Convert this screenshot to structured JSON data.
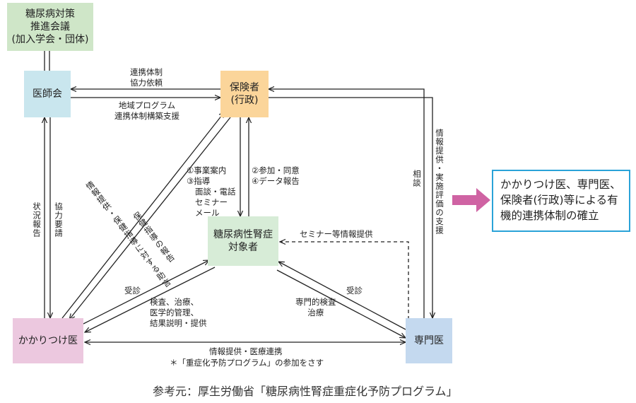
{
  "nodes": {
    "council": [
      "糖尿病対策",
      "推進会議",
      "(加入学会・団体)"
    ],
    "medical_assoc": "医師会",
    "insurer": [
      "保険者",
      "(行政)"
    ],
    "target": [
      "糖尿病性腎症",
      "対象者"
    ],
    "gp": "かかりつけ医",
    "specialist": "専門医"
  },
  "labels": {
    "assoc_insurer_top": [
      "連携体制",
      "協力依頼"
    ],
    "assoc_insurer_bottom": [
      "地域プログラム",
      "連携体制構築支援"
    ],
    "assoc_gp_left": "状況報告",
    "assoc_gp_right": "協力要請",
    "insurer_target_left": [
      "①事業案内",
      "③指導",
      "面談・電話",
      "セミナー",
      "メール"
    ],
    "insurer_target_right": [
      "②参加・同意",
      "④データ報告"
    ],
    "insurer_specialist_left": "相談",
    "insurer_specialist_right": "情報提供・実施評価の支援",
    "gp_insurer_1": "情報提供・保健指導に対する助言",
    "gp_insurer_2": "保健指導の報告",
    "specialist_target_dashed": "セミナー等情報提供",
    "gp_target_visit": "受診",
    "gp_target_care": [
      "検査、治療、",
      "医学的管理、",
      "結果説明・提供"
    ],
    "specialist_target_visit": "受診",
    "specialist_target_care": [
      "専門的検査",
      "治療"
    ],
    "gp_specialist": "情報提供・医療連携",
    "footnote": "＊「重症化予防プログラム」の参加をさす"
  },
  "goal": [
    "かかりつけ医、専門医、",
    "保険者(行政)等による有",
    "機的連携体制の確立"
  ],
  "source": "参考元：厚生労働省「糖尿病性腎症重症化予防プログラム」",
  "colors": {
    "council": "#cfe6c8",
    "medical_assoc": "#c9e6ee",
    "insurer": "#fbd59a",
    "target": "#d7ecd7",
    "gp": "#ecc8df",
    "specialist": "#c4d9ef",
    "goal_border": "#2aa3d8",
    "goal_arrow": "#cf63a3"
  }
}
